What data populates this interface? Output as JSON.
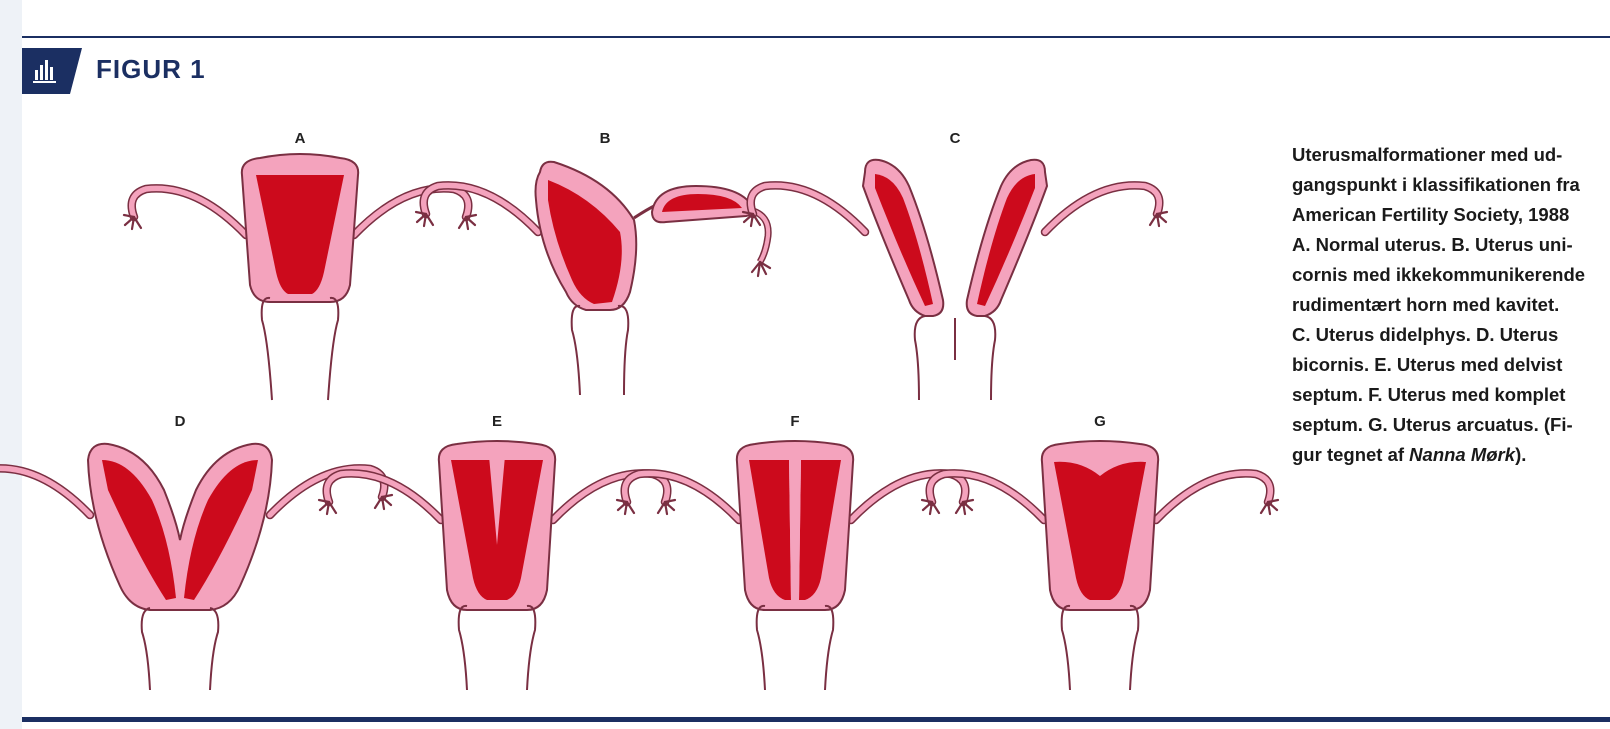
{
  "figure": {
    "title": "FIGUR 1",
    "badge_icon": "bar-chart-icon",
    "colors": {
      "rule": "#1b2f62",
      "uterus_wall": "#f4a3bd",
      "cavity": "#cc0a1c",
      "outline": "#7a2f42"
    }
  },
  "panels": [
    {
      "label": "A",
      "type": "normal"
    },
    {
      "label": "B",
      "type": "unicornis"
    },
    {
      "label": "C",
      "type": "didelphys"
    },
    {
      "label": "D",
      "type": "bicornis"
    },
    {
      "label": "E",
      "type": "partial-septum"
    },
    {
      "label": "F",
      "type": "complete-septum"
    },
    {
      "label": "G",
      "type": "arcuatus"
    }
  ],
  "caption": {
    "line1": "Uterusmalformationer med ud-",
    "line2": "gangspunkt i klassifikationen fra",
    "line3": "American Fertility Society, 1988",
    "line4": "A. Normal uterus. B. Uterus uni-",
    "line5": "cornis med ikkekommunikerende",
    "line6": "rudimentært horn med kavitet.",
    "line7": "C. Uterus didelphys. D. Uterus",
    "line8": "bicornis. E. Uterus med delvist",
    "line9": "septum. F. Uterus med komplet",
    "line10": "septum. G. Uterus arcuatus. (Fi-",
    "line11_before": "gur tegnet af ",
    "line11_name": "Nanna Mørk",
    "line11_after": ")."
  }
}
